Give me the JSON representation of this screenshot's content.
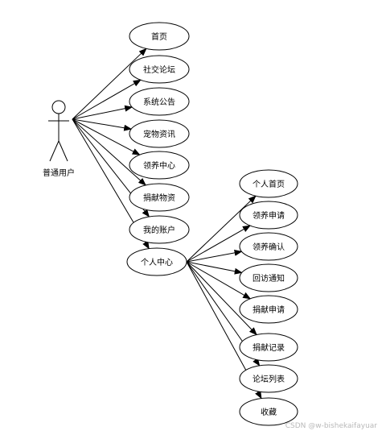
{
  "actor": {
    "label": "普通用户"
  },
  "use_cases": [
    {
      "id": "home",
      "label": "首页"
    },
    {
      "id": "forum",
      "label": "社交论坛"
    },
    {
      "id": "announcement",
      "label": "系统公告"
    },
    {
      "id": "pet-news",
      "label": "宠物资讯"
    },
    {
      "id": "adoption-center",
      "label": "领养中心"
    },
    {
      "id": "donate-goods",
      "label": "捐献物资"
    },
    {
      "id": "my-account",
      "label": "我的账户"
    },
    {
      "id": "personal-center",
      "label": "个人中心"
    }
  ],
  "sub_use_cases": [
    {
      "id": "personal-home",
      "label": "个人首页"
    },
    {
      "id": "adoption-apply",
      "label": "领养申请"
    },
    {
      "id": "adoption-confirm",
      "label": "领养确认"
    },
    {
      "id": "visit-notice",
      "label": "回访通知"
    },
    {
      "id": "donate-apply",
      "label": "捐献申请"
    },
    {
      "id": "donate-record",
      "label": "捐献记录"
    },
    {
      "id": "forum-list",
      "label": "论坛列表"
    },
    {
      "id": "favorites",
      "label": "收藏"
    }
  ],
  "watermark": "CSDN @w-bishekaifayuar"
}
